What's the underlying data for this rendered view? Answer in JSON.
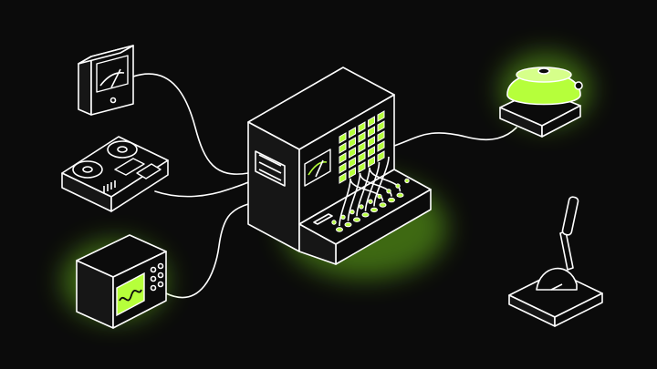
{
  "scene": {
    "background": "#0b0b0b",
    "line_color": "#ffffff",
    "accent_color": "#b6ff3b",
    "glow_color": "#7ddc1f",
    "shadow_color": "#161616",
    "objects": [
      "panel-meter",
      "reel-to-reel-tape-recorder",
      "oscilloscope",
      "switchboard-console",
      "alarm-bell",
      "control-lever"
    ]
  }
}
